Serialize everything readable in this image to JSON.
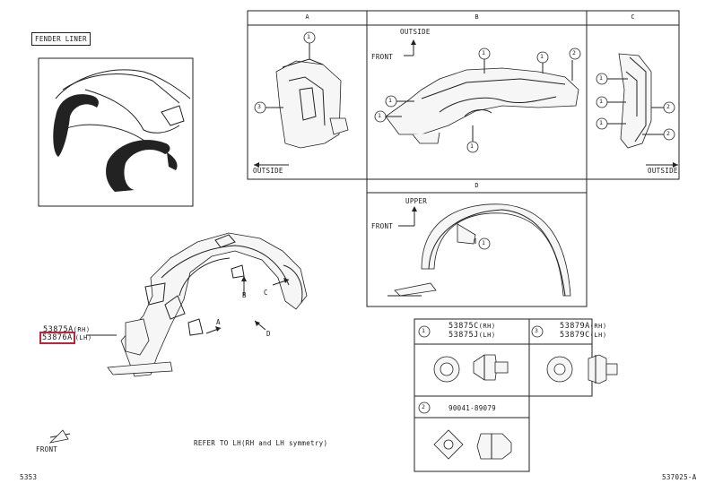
{
  "title_label": "FENDER LINER",
  "views": {
    "a": {
      "letter": "A",
      "outside": "OUTSIDE"
    },
    "b": {
      "letter": "B",
      "outside": "OUTSIDE",
      "front": "FRONT"
    },
    "c": {
      "letter": "C",
      "outside": "OUTSIDE"
    },
    "d": {
      "letter": "D",
      "upper": "UPPER",
      "front": "FRONT"
    }
  },
  "callouts": {
    "one": "1",
    "two": "2",
    "three": "3"
  },
  "part_numbers": {
    "rh": {
      "number": "53875A",
      "side": "(RH)"
    },
    "lh": {
      "number": "53876A",
      "side": "(LH)"
    }
  },
  "arrow_labels": {
    "a": "A",
    "b": "B",
    "c": "C",
    "d": "D"
  },
  "fasteners": {
    "one": {
      "num": "1",
      "rh": "53875C",
      "rh_side": "(RH)",
      "lh": "53875J",
      "lh_side": "(LH)"
    },
    "three": {
      "num": "3",
      "rh": "53879A",
      "rh_side": "(RH)",
      "lh": "53879C",
      "lh_side": "(LH)"
    },
    "two": {
      "num": "2",
      "part": "90041-89079"
    }
  },
  "front_label": "FRONT",
  "refer_note": "REFER TO LH(RH and LH symmetry)",
  "footer": {
    "left": "5353",
    "right": "537025-A"
  }
}
